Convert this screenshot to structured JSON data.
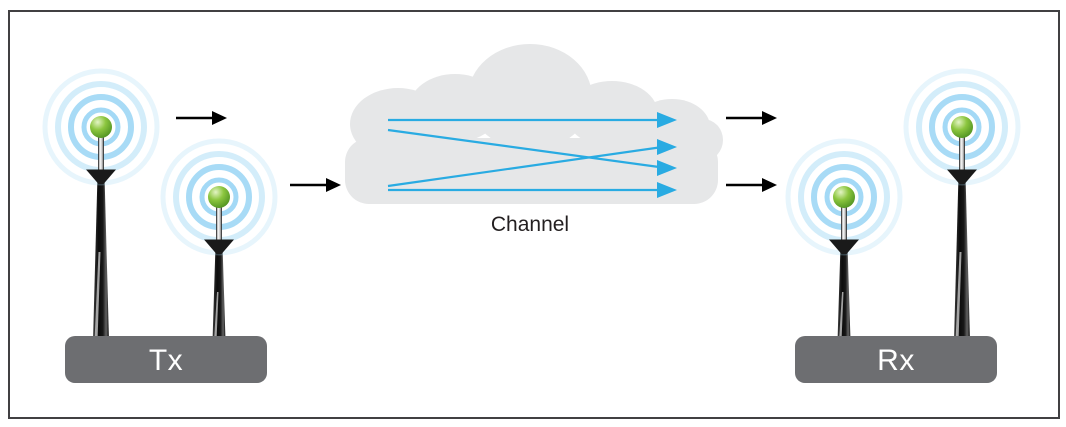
{
  "frame": {
    "color": "#414042"
  },
  "transmitter": {
    "label": "Tx",
    "box_color": "#6D6E71",
    "label_color": "#FFFFFF",
    "antenna_count": 2
  },
  "receiver": {
    "label": "Rx",
    "box_color": "#6D6E71",
    "label_color": "#FFFFFF",
    "antenna_count": 2
  },
  "channel": {
    "label": "Channel",
    "cloud_color": "#E6E7E8",
    "label_color": "#231F20",
    "path_color": "#29ABE2",
    "path_count": 4,
    "straight_paths": 2,
    "crossing_paths": 2
  },
  "flow_arrows": {
    "color": "#000000",
    "count": 4
  },
  "antenna": {
    "ball_color": "#8CC63F",
    "wave_color": "#9ED7F5",
    "mast_color": "#141414",
    "rod_color": "#D9D9D9"
  }
}
